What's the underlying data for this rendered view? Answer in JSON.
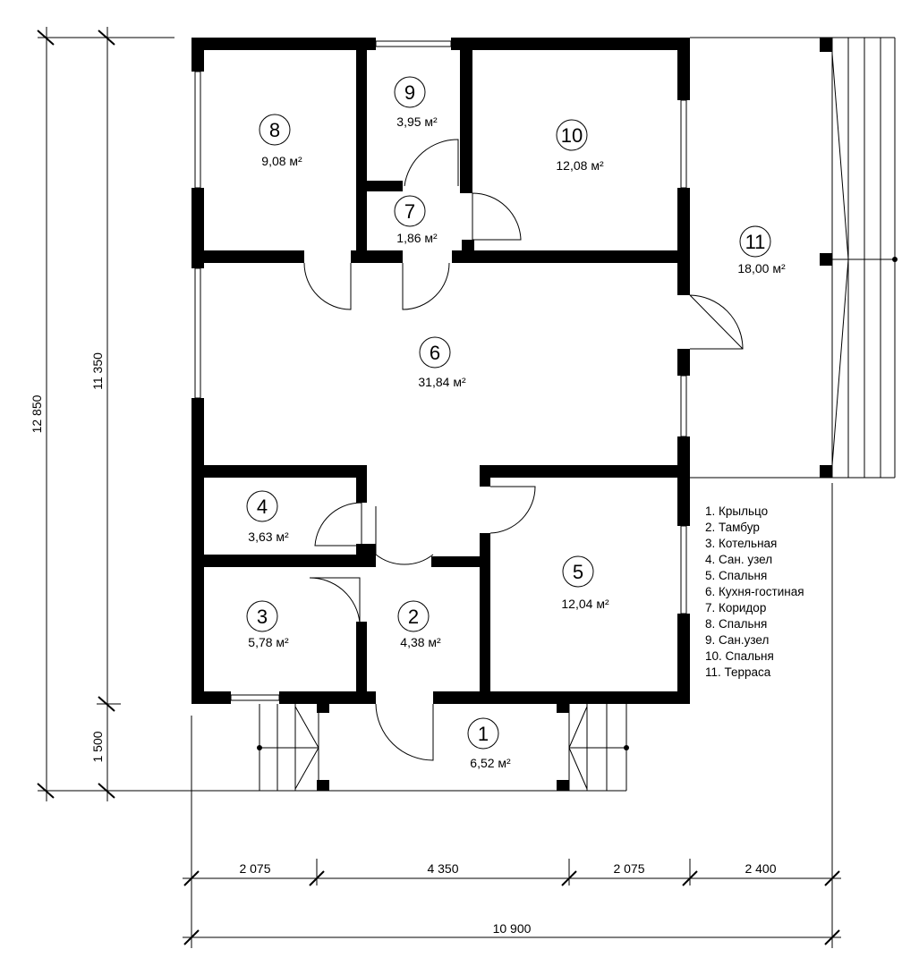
{
  "rooms": [
    {
      "number": "1",
      "area": "6,52 м²"
    },
    {
      "number": "2",
      "area": "4,38 м²"
    },
    {
      "number": "3",
      "area": "5,78 м²"
    },
    {
      "number": "4",
      "area": "3,63 м²"
    },
    {
      "number": "5",
      "area": "12,04 м²"
    },
    {
      "number": "6",
      "area": "31,84 м²"
    },
    {
      "number": "7",
      "area": "1,86 м²"
    },
    {
      "number": "8",
      "area": "9,08 м²"
    },
    {
      "number": "9",
      "area": "3,95 м²"
    },
    {
      "number": "10",
      "area": "12,08 м²"
    },
    {
      "number": "11",
      "area": "18,00 м²"
    }
  ],
  "legend": [
    "1. Крыльцо",
    "2. Тамбур",
    "3. Котельная",
    "4. Сан. узел",
    "5. Спальня",
    "6. Кухня-гостиная",
    "7. Коридор",
    "8. Спальня",
    "9. Сан.узел",
    "10. Спальня",
    "11. Терраса"
  ],
  "dimensions": {
    "bottom_segments": [
      "2 075",
      "4 350",
      "2 075",
      "2 400"
    ],
    "bottom_total": "10 900",
    "left_total": "12 850",
    "left_main": "11 350",
    "left_porch": "1 500"
  }
}
